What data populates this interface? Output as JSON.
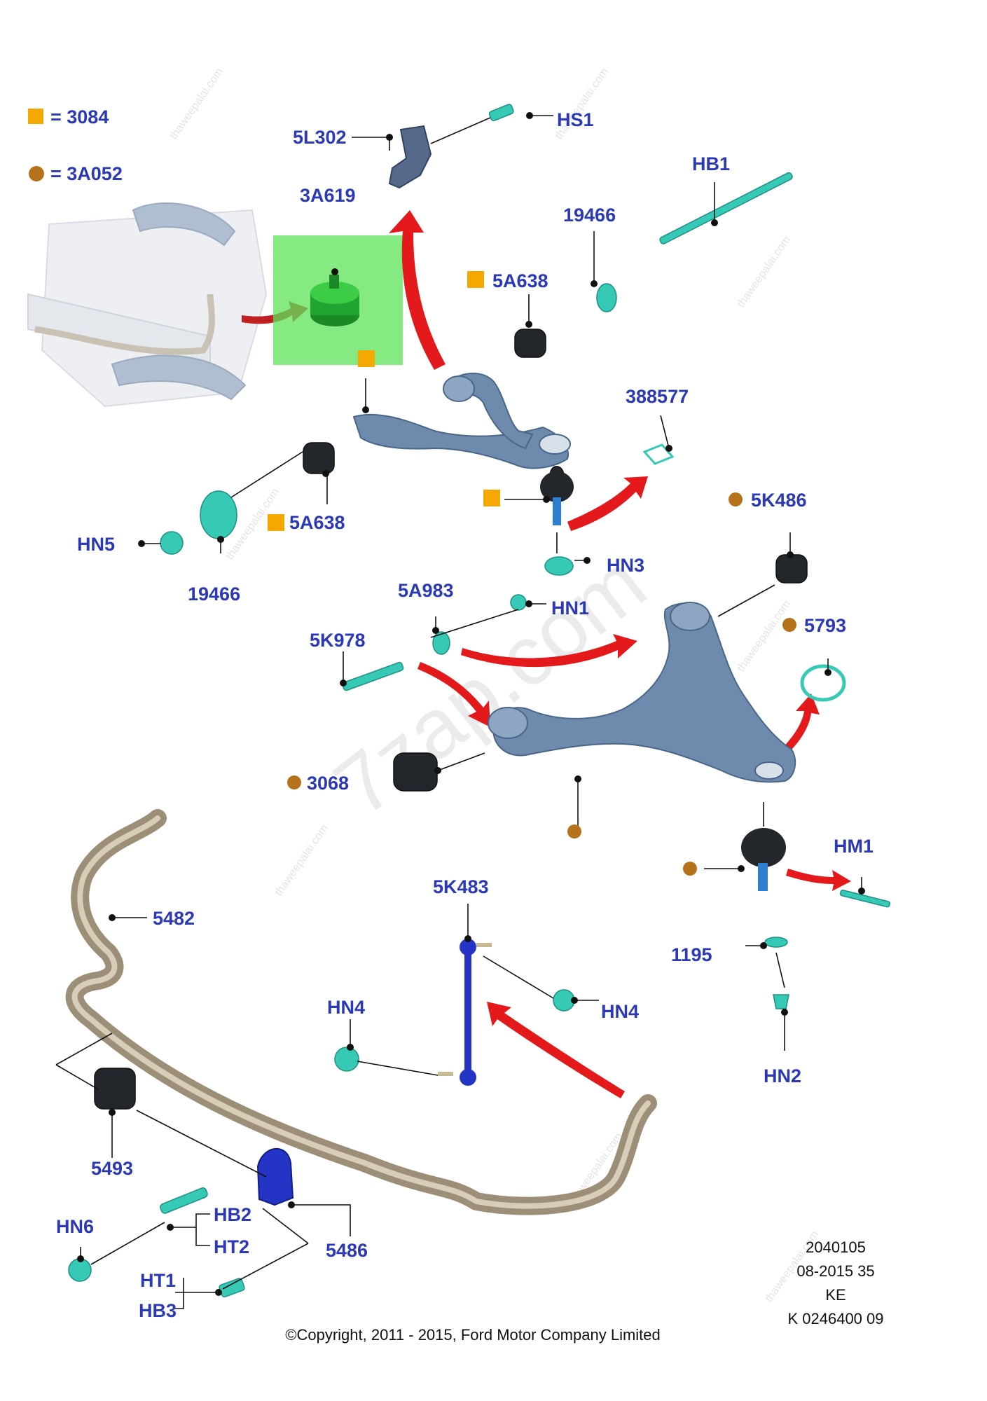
{
  "legend": [
    {
      "symbol": "square",
      "color": "#f5a800",
      "text": "= 3084"
    },
    {
      "symbol": "circle",
      "color": "#b5721a",
      "text": "= 3A052"
    }
  ],
  "callouts": {
    "c_5L302": "5L302",
    "c_HS1": "HS1",
    "c_3A619": "3A619",
    "c_HB1": "HB1",
    "c_19466_top": "19466",
    "c_5A638_top": "5A638",
    "c_388577": "388577",
    "c_5A638_bot": "5A638",
    "c_HN5": "HN5",
    "c_19466_bot": "19466",
    "c_HN3": "HN3",
    "c_5K486": "5K486",
    "c_5A983": "5A983",
    "c_HN1": "HN1",
    "c_5K978": "5K978",
    "c_5793": "5793",
    "c_3068": "3068",
    "c_HM1": "HM1",
    "c_5482": "5482",
    "c_5K483": "5K483",
    "c_1195": "1195",
    "c_HN4_right": "HN4",
    "c_HN4_left": "HN4",
    "c_HN2": "HN2",
    "c_5493": "5493",
    "c_HN6": "HN6",
    "c_HB2": "HB2",
    "c_HT2": "HT2",
    "c_5486": "5486",
    "c_HT1": "HT1",
    "c_HB3": "HB3"
  },
  "info_block": [
    "2040105",
    "08-2015 35",
    "KE",
    "K 0246400 09"
  ],
  "copyright": "©Copyright, 2011 - 2015, Ford Motor Company Limited",
  "watermark": "thaweepalai.com",
  "big_watermark": "7zap.com",
  "colors": {
    "label_blue": "#2b39b5",
    "legend_square": "#f5a800",
    "legend_circle": "#b5721a",
    "highlight_green": "#5ee35a",
    "arrow_red": "#e3191b"
  }
}
